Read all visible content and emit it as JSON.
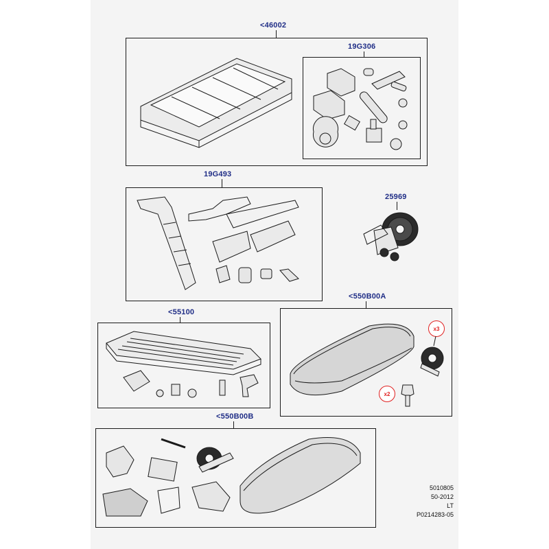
{
  "assemblies": {
    "roof_rack": {
      "callout": "<46002"
    },
    "fitting_kit": {
      "callout": "19G306"
    },
    "ladder_kit": {
      "callout": "19G493"
    },
    "strap": {
      "callout": "25969"
    },
    "carrier": {
      "callout": "<55100"
    },
    "box_a": {
      "callout": "<550B00A"
    },
    "box_b": {
      "callout": "<550B00B"
    }
  },
  "quantities": {
    "strap_qty": "x3",
    "key_qty": "x2"
  },
  "reference": {
    "line1": "5010805",
    "line2": "50-2012",
    "line3": "LT",
    "line4": "P0214283-05"
  },
  "colors": {
    "callout": "#1f2d86",
    "qty": "#e02020",
    "line": "#1a1a1a",
    "sheet": "#f4f4f4"
  }
}
